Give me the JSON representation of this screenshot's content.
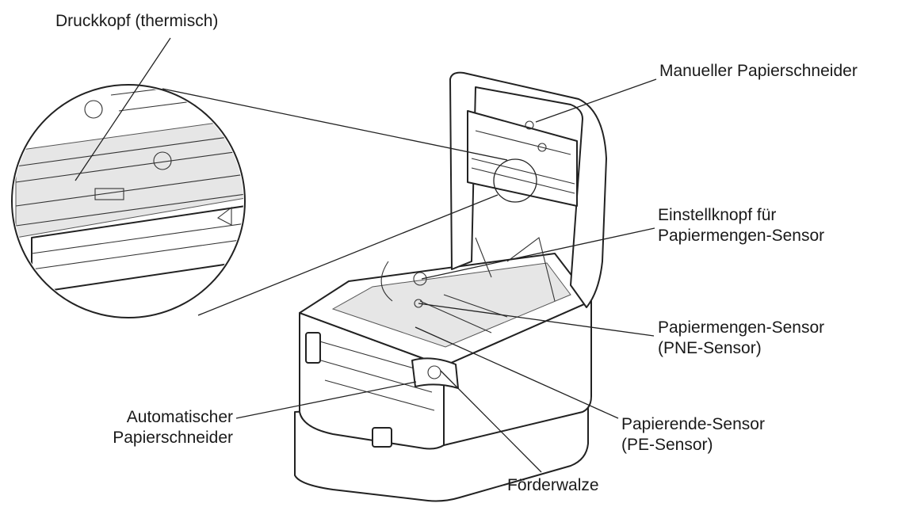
{
  "labels": {
    "print_head": "Druckkopf (thermisch)",
    "manual_cutter": "Manueller Papierschneider",
    "knob_line1": "Einstellknopf für",
    "knob_line2": "Papiermengen-Sensor",
    "pne_line1": "Papiermengen-Sensor",
    "pne_line2": "(PNE-Sensor)",
    "auto_line1": "Automatischer",
    "auto_line2": "Papierschneider",
    "pe_line1": "Papierende-Sensor",
    "pe_line2": "(PE-Sensor)",
    "roller": "Förderwalze"
  }
}
